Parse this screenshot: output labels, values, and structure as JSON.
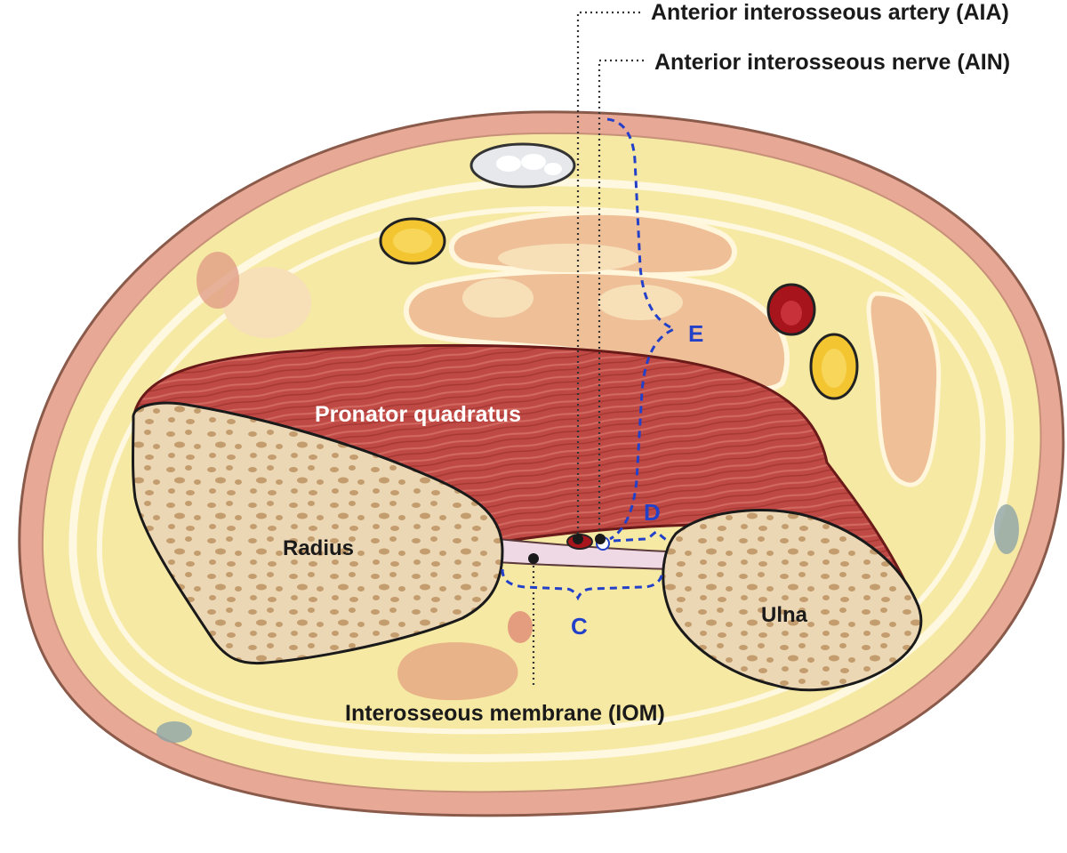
{
  "callouts": {
    "aia": "Anterior interosseous artery (AIA)",
    "ain": "Anterior interosseous nerve (AIN)",
    "iom": "Interosseous membrane (IOM)"
  },
  "structures": {
    "pronator": "Pronator quadratus",
    "radius": "Radius",
    "ulna": "Ulna"
  },
  "dimensions": {
    "c": "C",
    "d": "D",
    "e": "E"
  },
  "colors": {
    "skin": "#e7a895",
    "fat": "#f6e9a4",
    "muscle": "#b8403c",
    "bone": "#ecd7b4",
    "bone_pores": "#c09a6c",
    "nerve": "#f2c531",
    "artery": "#a8141c",
    "dimension_line": "#2340c9"
  }
}
